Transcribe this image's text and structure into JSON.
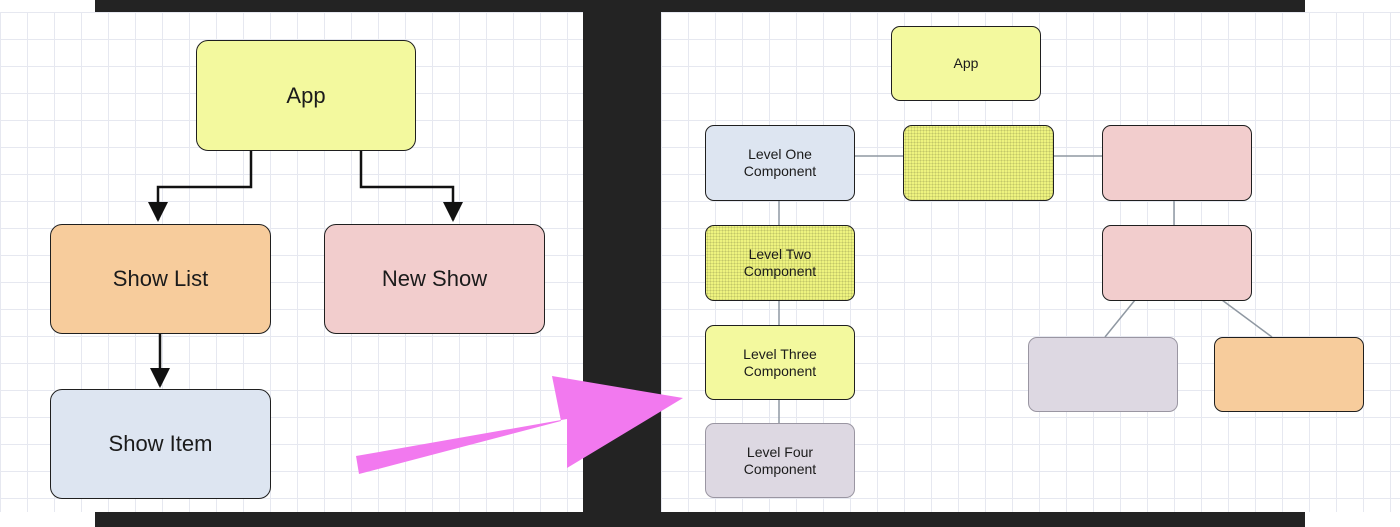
{
  "colors": {
    "yellow": "#f3f99e",
    "orange": "#f7cc9c",
    "pink": "#f2cdcd",
    "blue": "#dde5f1",
    "lavender": "#ddd8e2",
    "arrow": "#f279ef",
    "edge": "#8f98a2"
  },
  "left_diagram": {
    "nodes": [
      {
        "id": "app",
        "label": "App"
      },
      {
        "id": "show-list",
        "label": "Show List"
      },
      {
        "id": "new-show",
        "label": "New Show"
      },
      {
        "id": "show-item",
        "label": "Show Item"
      }
    ]
  },
  "right_diagram": {
    "nodes": [
      {
        "id": "app",
        "label": "App"
      },
      {
        "id": "level-one",
        "label": "Level One\nComponent"
      },
      {
        "id": "center",
        "label": ""
      },
      {
        "id": "pink-top",
        "label": ""
      },
      {
        "id": "level-two",
        "label": "Level Two\nComponent"
      },
      {
        "id": "pink-mid",
        "label": ""
      },
      {
        "id": "level-three",
        "label": "Level Three\nComponent"
      },
      {
        "id": "lavender-right",
        "label": ""
      },
      {
        "id": "orange-right",
        "label": ""
      },
      {
        "id": "level-four",
        "label": "Level Four\nComponent"
      }
    ]
  }
}
